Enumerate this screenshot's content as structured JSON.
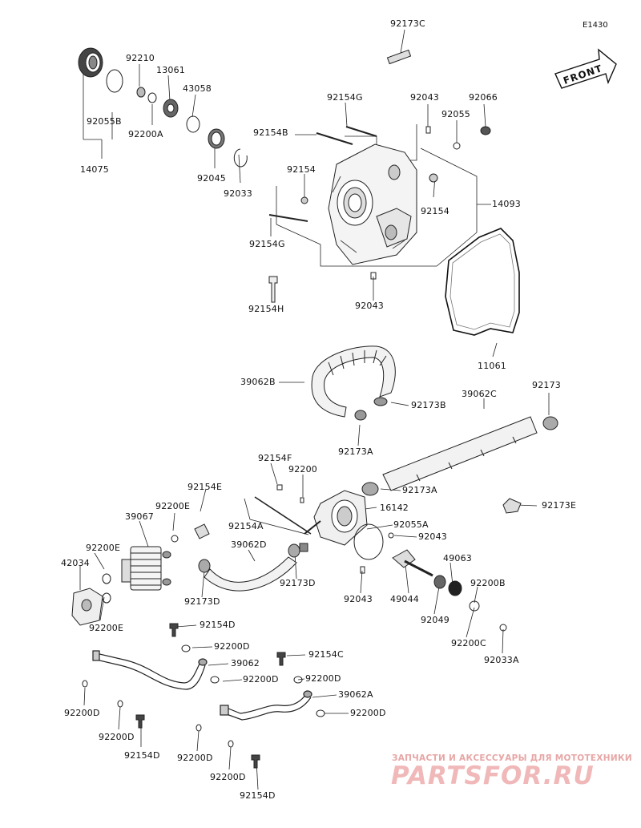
{
  "catalog_code": "E1430",
  "front_label": "FRONT",
  "watermark": {
    "subtitle": "ЗАПЧАСТИ И АКСЕССУАРЫ ДЛЯ МОТОТЕХНИКИ",
    "brand": "PARTSFOR.RU"
  },
  "callouts": [
    {
      "id": "c1",
      "part": "92173C"
    },
    {
      "id": "c2",
      "part": "92210"
    },
    {
      "id": "c3",
      "part": "13061"
    },
    {
      "id": "c4",
      "part": "43058"
    },
    {
      "id": "c5",
      "part": "92055B"
    },
    {
      "id": "c6",
      "part": "92200A"
    },
    {
      "id": "c7",
      "part": "14075"
    },
    {
      "id": "c8",
      "part": "92045"
    },
    {
      "id": "c9",
      "part": "92033"
    },
    {
      "id": "c10",
      "part": "92154G"
    },
    {
      "id": "c11",
      "part": "92043"
    },
    {
      "id": "c12",
      "part": "92066"
    },
    {
      "id": "c13",
      "part": "92055"
    },
    {
      "id": "c14",
      "part": "92154B"
    },
    {
      "id": "c15",
      "part": "92154"
    },
    {
      "id": "c16",
      "part": "92154"
    },
    {
      "id": "c17",
      "part": "14093"
    },
    {
      "id": "c18",
      "part": "92154G"
    },
    {
      "id": "c19",
      "part": "92154H"
    },
    {
      "id": "c20",
      "part": "92043"
    },
    {
      "id": "c21",
      "part": "11061"
    },
    {
      "id": "c22",
      "part": "39062B"
    },
    {
      "id": "c23",
      "part": "92173B"
    },
    {
      "id": "c24",
      "part": "39062C"
    },
    {
      "id": "c25",
      "part": "92173"
    },
    {
      "id": "c26",
      "part": "92173A"
    },
    {
      "id": "c27",
      "part": "92173A"
    },
    {
      "id": "c28",
      "part": "92154F"
    },
    {
      "id": "c29",
      "part": "92200"
    },
    {
      "id": "c30",
      "part": "92154E"
    },
    {
      "id": "c31",
      "part": "92200E"
    },
    {
      "id": "c32",
      "part": "39067"
    },
    {
      "id": "c33",
      "part": "16142"
    },
    {
      "id": "c34",
      "part": "92173E"
    },
    {
      "id": "c35",
      "part": "92154A"
    },
    {
      "id": "c36",
      "part": "92055A"
    },
    {
      "id": "c37",
      "part": "39062D"
    },
    {
      "id": "c38",
      "part": "92043"
    },
    {
      "id": "c39",
      "part": "92200E"
    },
    {
      "id": "c40",
      "part": "42034"
    },
    {
      "id": "c41",
      "part": "49063"
    },
    {
      "id": "c42",
      "part": "92173D"
    },
    {
      "id": "c43",
      "part": "92173D"
    },
    {
      "id": "c44",
      "part": "92043"
    },
    {
      "id": "c45",
      "part": "49044"
    },
    {
      "id": "c46",
      "part": "92200B"
    },
    {
      "id": "c47",
      "part": "92200E"
    },
    {
      "id": "c48",
      "part": "92049"
    },
    {
      "id": "c49",
      "part": "92154D"
    },
    {
      "id": "c50",
      "part": "92200C"
    },
    {
      "id": "c51",
      "part": "92200D"
    },
    {
      "id": "c52",
      "part": "92033A"
    },
    {
      "id": "c53",
      "part": "92154C"
    },
    {
      "id": "c54",
      "part": "39062"
    },
    {
      "id": "c55",
      "part": "92200D"
    },
    {
      "id": "c56",
      "part": "92200D"
    },
    {
      "id": "c57",
      "part": "39062A"
    },
    {
      "id": "c58",
      "part": "92200D"
    },
    {
      "id": "c59",
      "part": "92200D"
    },
    {
      "id": "c60",
      "part": "92200D"
    },
    {
      "id": "c61",
      "part": "92154D"
    },
    {
      "id": "c62",
      "part": "92200D"
    },
    {
      "id": "c63",
      "part": "92200D"
    },
    {
      "id": "c64",
      "part": "92154D"
    }
  ]
}
